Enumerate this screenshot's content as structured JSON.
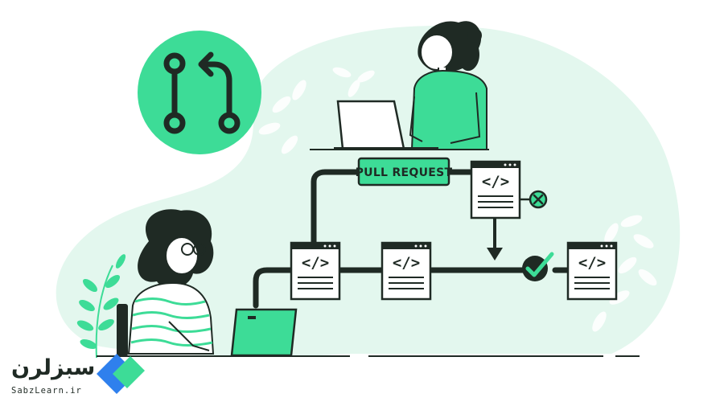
{
  "scene": {
    "pr_badge_text": "PULL REQUEST",
    "code_symbol": "</>"
  },
  "icons": [
    "git-pull-request-icon",
    "check-icon",
    "x-icon",
    "code-document-icon",
    "leaf-decoration",
    "sabzlearn-logo-icon"
  ],
  "brand": {
    "name_fa": "سبزلرن",
    "name_en": "SabzLearn.ir"
  },
  "colors": {
    "accent_green": "#3ddc97",
    "mint_blob": "#e3f7ee",
    "dark_outline": "#1f2a24",
    "logo_blue": "#2f80ed"
  }
}
